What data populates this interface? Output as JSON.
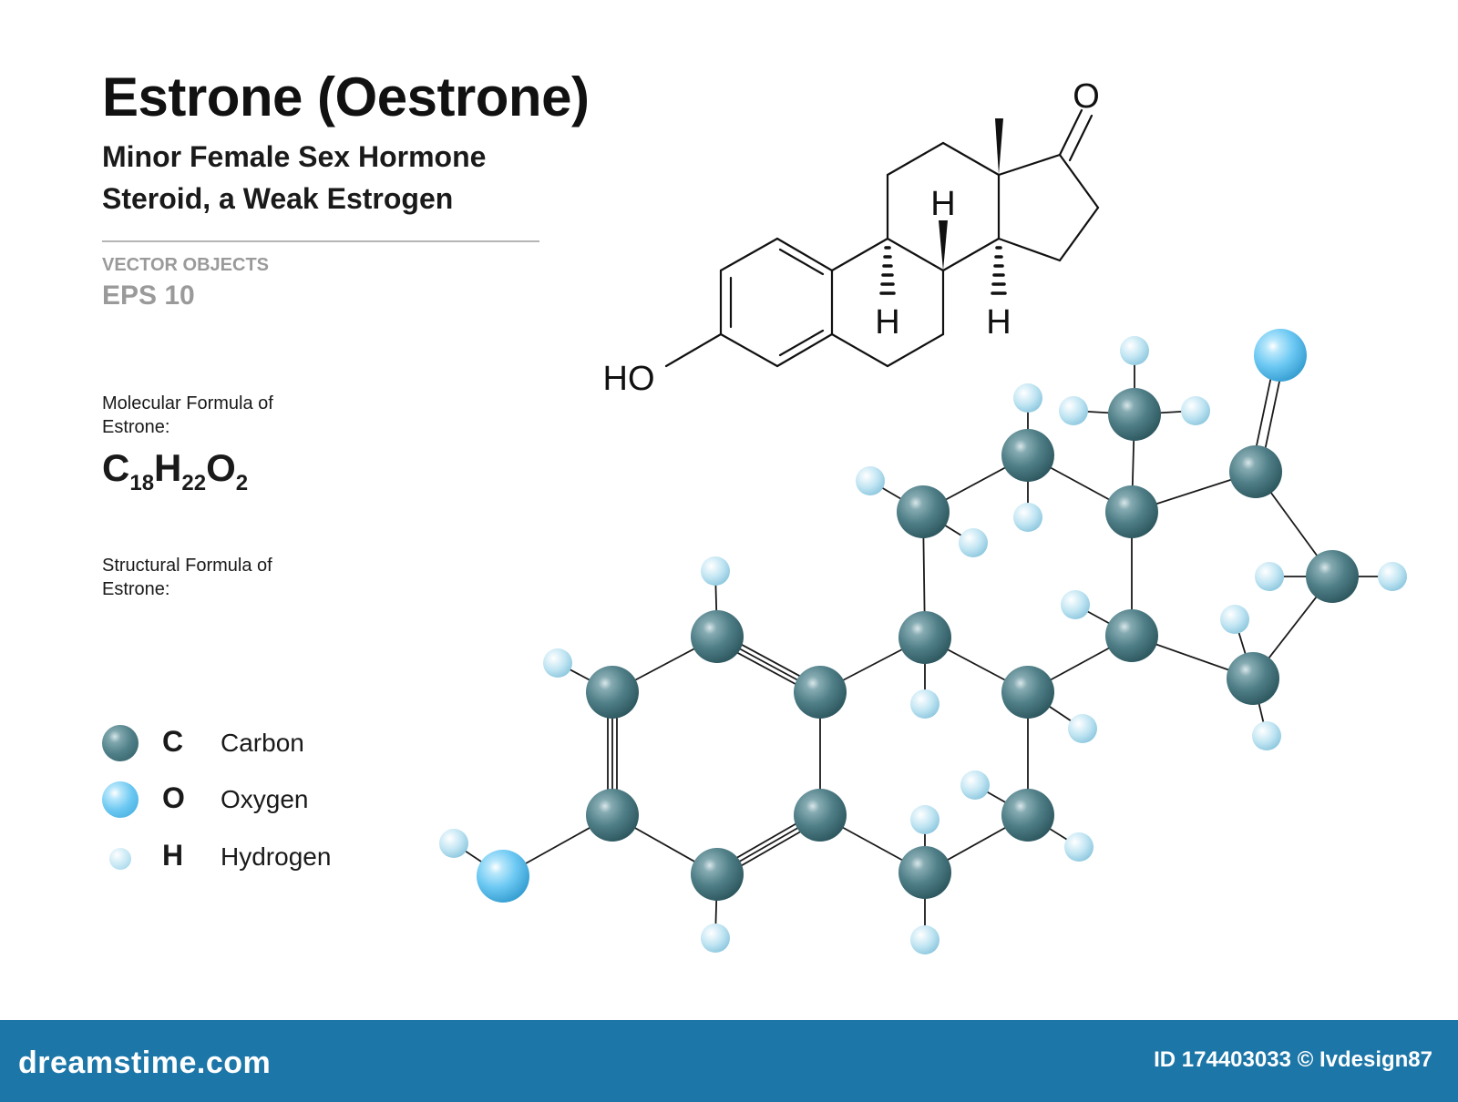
{
  "header": {
    "title": "Estrone (Oestrone)",
    "subtitle_line1": "Minor Female Sex Hormone",
    "subtitle_line2": "Steroid, a Weak Estrogen",
    "vector_objects": "VECTOR OBJECTS",
    "eps": "EPS 10"
  },
  "molecular_formula": {
    "label": "Molecular Formula of Estrone:",
    "parts": [
      {
        "symbol": "C",
        "count": "18"
      },
      {
        "symbol": "H",
        "count": "22"
      },
      {
        "symbol": "O",
        "count": "2"
      }
    ]
  },
  "structural_formula_label": "Structural  Formula of Estrone:",
  "skeletal_labels": {
    "hydroxyl": "HO",
    "ketone_oxygen": "O",
    "hydrogen": "H"
  },
  "legend": [
    {
      "symbol": "C",
      "name": "Carbon",
      "color": "#4f7f88"
    },
    {
      "symbol": "O",
      "name": "Oxygen",
      "color": "#6cc8f2"
    },
    {
      "symbol": "H",
      "name": "Hydrogen",
      "color": "#bfe4f2"
    }
  ],
  "footer": {
    "site": "dreamstime.com",
    "credit": "ID 174403033 © Ivdesign87"
  },
  "colors": {
    "carbon": "#4f7f88",
    "oxygen": "#6cc8f2",
    "hydrogen": "#bfe4f2",
    "footer_bg": "#1c76a8"
  }
}
